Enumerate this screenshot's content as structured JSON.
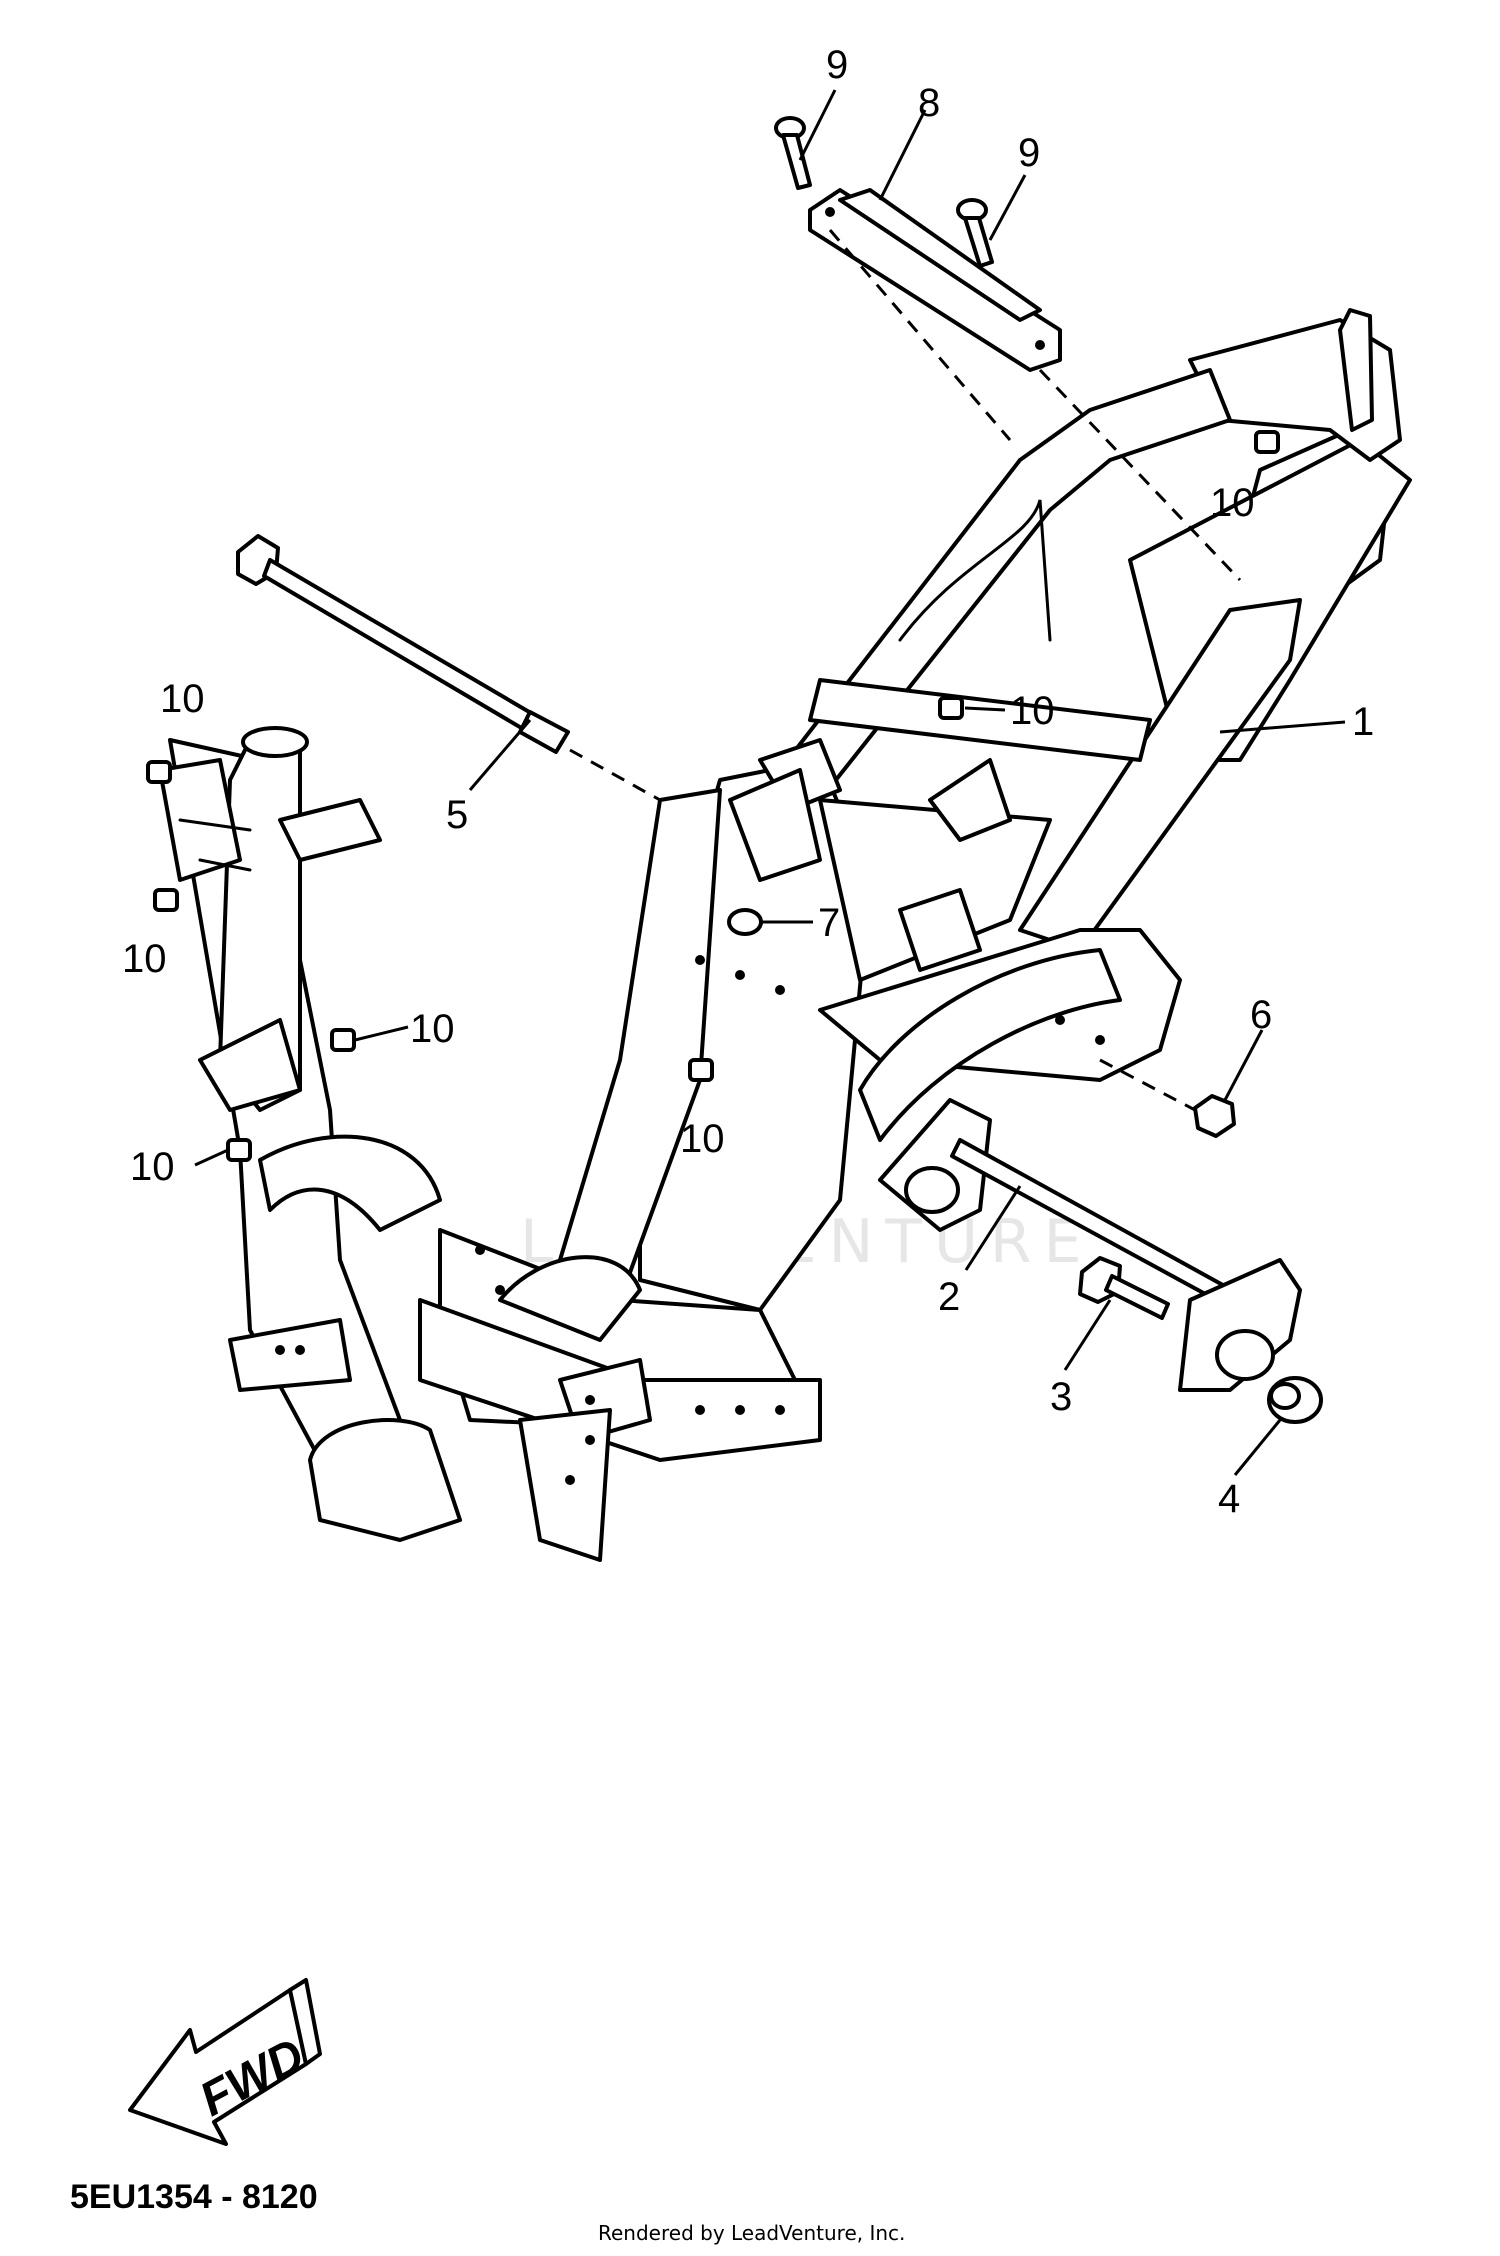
{
  "diagram": {
    "callouts": [
      {
        "label": "1"
      },
      {
        "label": "2"
      },
      {
        "label": "3"
      },
      {
        "label": "4"
      },
      {
        "label": "5"
      },
      {
        "label": "6"
      },
      {
        "label": "7"
      },
      {
        "label": "8"
      },
      {
        "label": "9"
      },
      {
        "label": "9"
      },
      {
        "label": "10"
      },
      {
        "label": "10"
      },
      {
        "label": "10"
      },
      {
        "label": "10"
      },
      {
        "label": "10"
      },
      {
        "label": "10"
      },
      {
        "label": "10"
      }
    ],
    "fwd_label": "FWD",
    "diagram_code": "5EU1354 - 8120",
    "credit": "Rendered by LeadVenture, Inc.",
    "watermark": "LEADVENTURE"
  }
}
